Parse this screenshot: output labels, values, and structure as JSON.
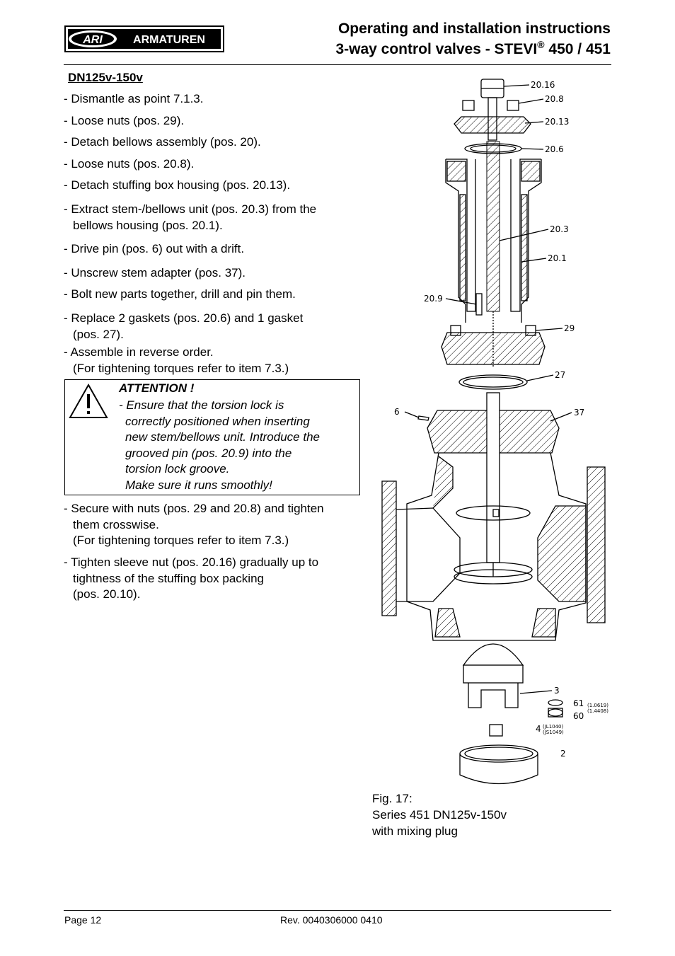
{
  "header": {
    "logo_text": "ARI ARMATUREN",
    "title_line1": "Operating and installation instructions",
    "title_line2_prefix": "3-way control valves - STEVI",
    "title_line2_reg": "®",
    "title_line2_suffix": " 450 / 451"
  },
  "section_title": "DN125v-150v",
  "steps": [
    {
      "line1": "- Dismantle as point 7.1.3.",
      "line2": ""
    },
    {
      "line1": "- Loose nuts (pos. 29).",
      "line2": ""
    },
    {
      "line1": "- Detach bellows assembly (pos. 20).",
      "line2": ""
    },
    {
      "line1": "- Loose nuts (pos. 20.8).",
      "line2": ""
    },
    {
      "line1": "- Detach stuffing box housing (pos. 20.13).",
      "line2": ""
    },
    {
      "line1": "- Extract stem-/bellows unit (pos. 20.3) from the",
      "line2": "bellows housing (pos. 20.1)."
    },
    {
      "line1": "- Drive pin (pos. 6) out with a drift.",
      "line2": ""
    },
    {
      "line1": "- Unscrew stem adapter (pos. 37).",
      "line2": ""
    },
    {
      "line1": "- Bolt new parts together, drill and pin them.",
      "line2": ""
    },
    {
      "line1": "- Replace 2 gaskets (pos. 20.6) and 1 gasket",
      "line2": "(pos. 27)."
    },
    {
      "line1": "- Assemble in reverse order.",
      "line2": "(For tightening torques refer to item 7.3.)"
    }
  ],
  "attention": {
    "title": "ATTENTION !",
    "line1": "- Ensure that the torsion lock is",
    "line2": "correctly positioned when inserting",
    "line3": "new stem/bellows unit. Introduce the",
    "line4": "grooved pin (pos. 20.9) into the",
    "line5": "torsion lock groove.",
    "line6": "Make sure it runs smoothly!"
  },
  "steps_after": [
    {
      "line1": "- Secure with nuts (pos. 29 and 20.8) and tighten",
      "line2": "them crosswise.",
      "line3": "(For tightening torques refer to item 7.3.)"
    },
    {
      "line1": "- Tighten sleeve nut (pos. 20.16) gradually up to",
      "line2": "tightness of the stuffing box packing",
      "line3": "(pos. 20.10)."
    }
  ],
  "figure_labels": {
    "p20_16": "20.16",
    "p20_8": "20.8",
    "p20_13": "20.13",
    "p20_6": "20.6",
    "p20_3": "20.3",
    "p20_1": "20.1",
    "p20_9": "20.9",
    "p29": "29",
    "p27": "27",
    "p6": "6",
    "p37": "37",
    "p3": "3",
    "p61": "61",
    "p61_note": "(1.0619)",
    "p60_note": "(1.4408)",
    "p60": "60",
    "p4": "4",
    "p4_note1": "(JL1040)",
    "p4_note2": "(JS1049)",
    "p2": "2"
  },
  "caption": {
    "line1": "Fig. 17:",
    "line2": "Series 451 DN125v-150v",
    "line3": "with mixing plug"
  },
  "footer": {
    "page": "Page 12",
    "revision": "Rev. 0040306000 0410"
  }
}
